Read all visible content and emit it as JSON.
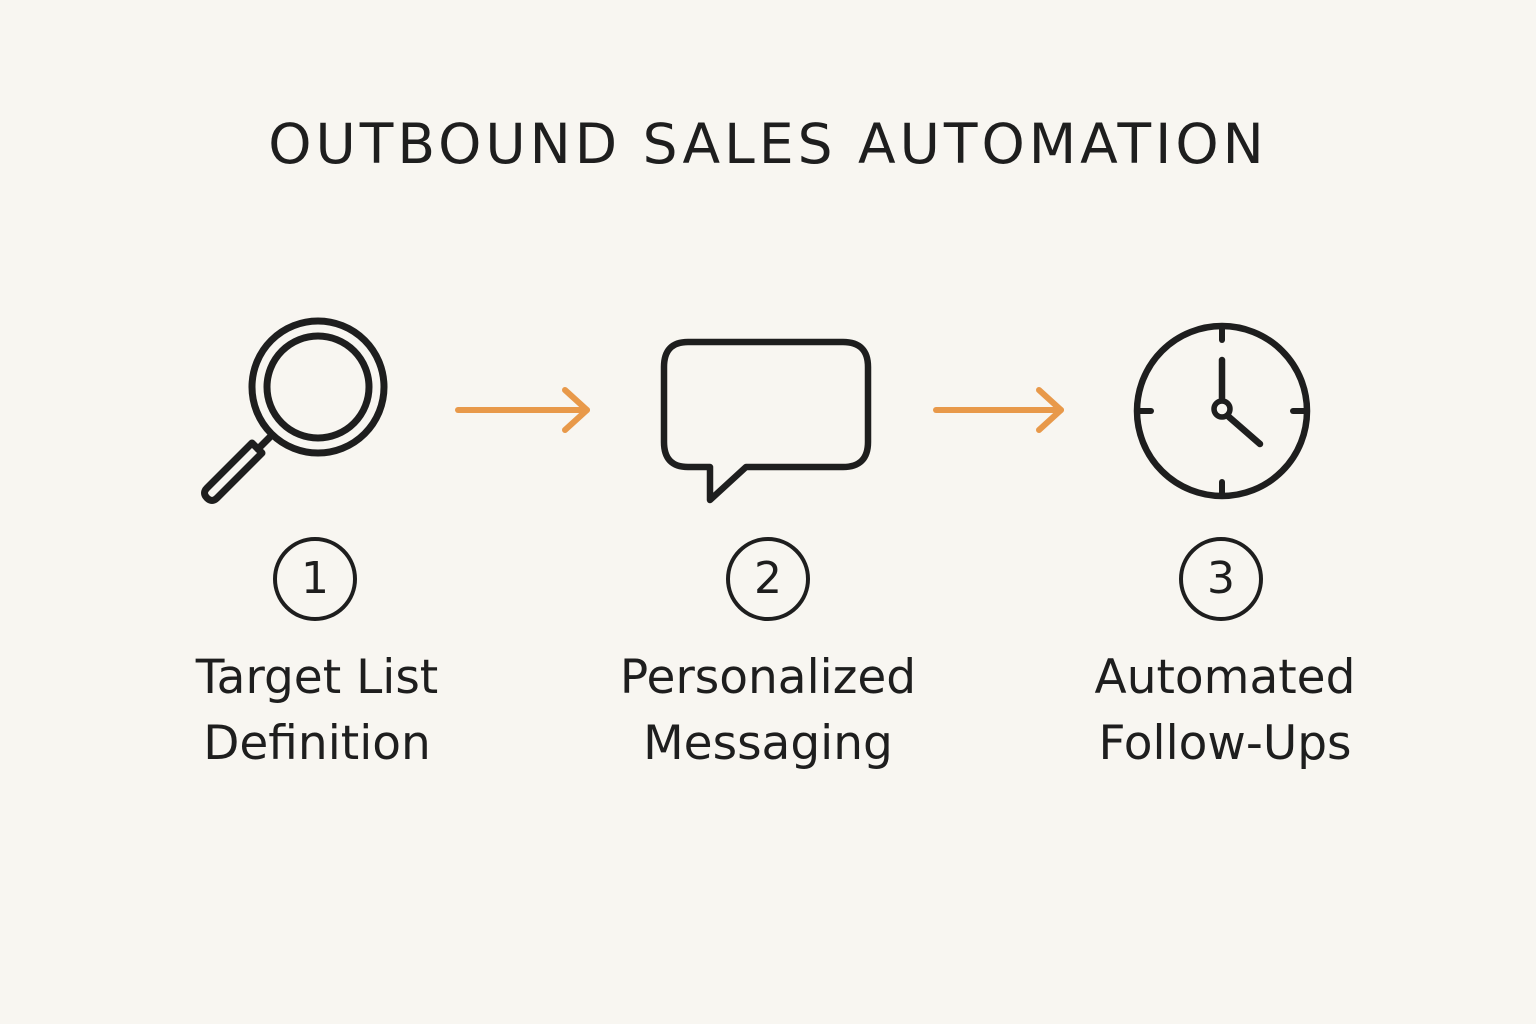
{
  "title": "OUTBOUND SALES AUTOMATION",
  "colors": {
    "background": "#f8f6f1",
    "ink": "#1e1e1e",
    "arrow": "#e8994a"
  },
  "steps": [
    {
      "number": "1",
      "icon": "magnifying-glass-icon",
      "label_lines": [
        "Target List",
        "Definition"
      ]
    },
    {
      "number": "2",
      "icon": "speech-bubble-icon",
      "label_lines": [
        "Personalized",
        "Messaging"
      ]
    },
    {
      "number": "3",
      "icon": "clock-icon",
      "label_lines": [
        "Automated",
        "Follow-Ups"
      ]
    }
  ]
}
